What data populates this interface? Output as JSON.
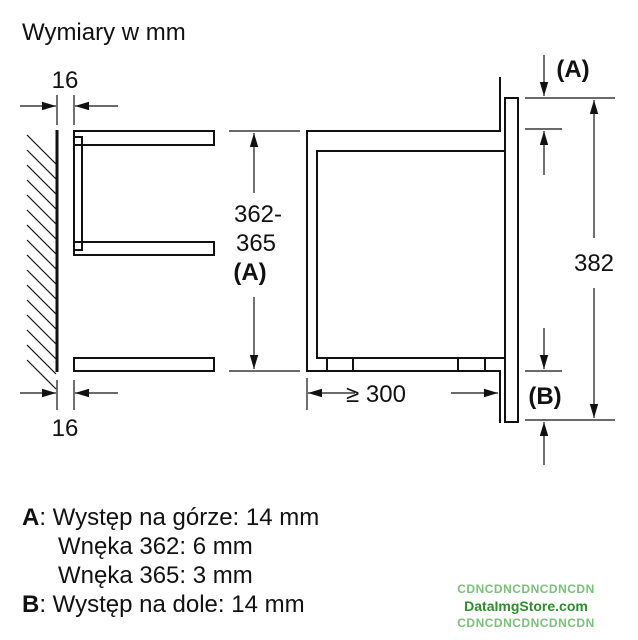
{
  "title": "Wymiary w mm",
  "left_view": {
    "top_offset": "16",
    "bottom_offset": "16",
    "niche_height_line1": "362-",
    "niche_height_line2": "365",
    "niche_height_ref": "(A)"
  },
  "side_view": {
    "depth": "≥ 300",
    "front_height": "382",
    "ref_a": "(A)",
    "ref_b": "(B)"
  },
  "legend": [
    {
      "key": "A",
      "text": ": Występ na górze: 14 mm"
    },
    {
      "key": "",
      "text": "Wnęka 362: 6 mm"
    },
    {
      "key": "",
      "text": "Wnęka 365: 3 mm"
    },
    {
      "key": "B",
      "text": ": Występ na dole: 14 mm"
    }
  ],
  "watermark": {
    "line1": "CDNCDNCDNCDNCDN",
    "line2": "DataImgStore.com",
    "line3": "CDNCDNCDNCDNCDN"
  }
}
